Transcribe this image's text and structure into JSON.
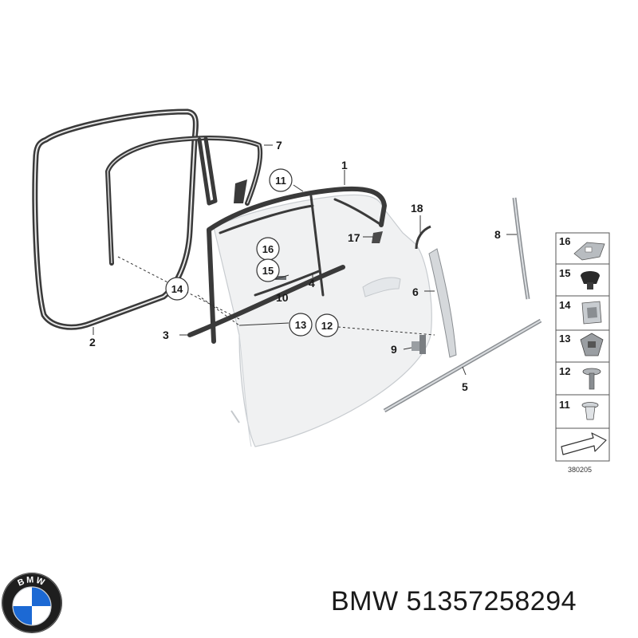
{
  "diagram": {
    "part_labels": {
      "p1": "1",
      "p2": "2",
      "p3": "3",
      "p4": "4",
      "p5": "5",
      "p6": "6",
      "p7": "7",
      "p8": "8",
      "p9": "9",
      "p10": "10",
      "p11": "11",
      "p12": "12",
      "p13": "13",
      "p14": "14",
      "p15": "15",
      "p16": "16",
      "p17": "17",
      "p18": "18"
    },
    "legend": {
      "items": [
        {
          "label": "16",
          "icon": "plastic-clip-icon"
        },
        {
          "label": "15",
          "icon": "rubber-grommet-icon"
        },
        {
          "label": "14",
          "icon": "metal-clip-icon"
        },
        {
          "label": "13",
          "icon": "retaining-clip-icon"
        },
        {
          "label": "12",
          "icon": "screw-icon"
        },
        {
          "label": "11",
          "icon": "push-rivet-icon"
        }
      ],
      "direction_icon": "forward-arrow-icon"
    },
    "diagram_code": "380205"
  },
  "brand": {
    "logo_icon": "bmw-roundel-icon",
    "logo_letters": "BMW",
    "caption": "BMW 51357258294"
  },
  "colors": {
    "door_fill": "#f0f1f2",
    "seal_stroke": "#3a3a3a",
    "logo_blue": "#1c69d4",
    "logo_ring": "#1e1e1e"
  }
}
